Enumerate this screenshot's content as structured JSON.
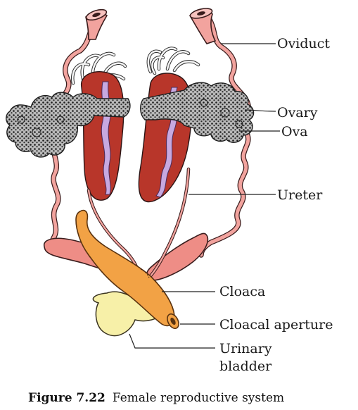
{
  "labels": {
    "oviduct": "Oviduct",
    "ovary": "Ovary",
    "ova": "Ova",
    "ureter": "Ureter",
    "cloaca": "Cloaca",
    "cloacal_aperture": "Cloacal aperture",
    "urinary_bladder_line1": "Urinary",
    "urinary_bladder_line2": "bladder"
  },
  "caption": {
    "number": "Figure 7.22",
    "text": "Female reproductive system"
  },
  "colors": {
    "oviduct": "#f2a39e",
    "kidney": "#b8362a",
    "kidney_core": "#c7a9e0",
    "ovary": "#8c8c8c",
    "cloaca": "#f2a245",
    "bladder": "#f7f0a8",
    "uterus_sac": "#ee8d86"
  }
}
